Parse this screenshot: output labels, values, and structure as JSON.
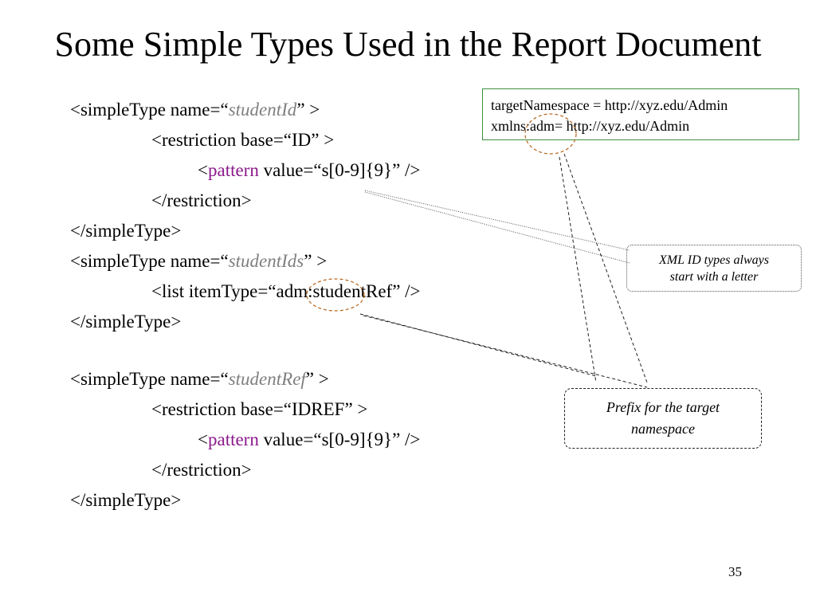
{
  "title": "Some Simple Types Used in the Report Document",
  "code": {
    "l1": {
      "a": "<simpleType  name=“",
      "b": "studentId",
      "c": "” >"
    },
    "l2": "<restriction  base=“ID” >",
    "l3": {
      "a": "<",
      "b": "pattern",
      "c": "  value=“s[0-9]{9}” />"
    },
    "l4": "</restriction>",
    "l5": "</simpleType>",
    "l6": {
      "a": "<simpleType  name=“",
      "b": "studentIds",
      "c": "” >"
    },
    "l7": "<list  itemType=“adm:studentRef” />",
    "l8": "</simpleType>",
    "l9": {
      "a": "<simpleType  name=“",
      "b": "studentRef",
      "c": "” >"
    },
    "l10": "<restriction  base=“IDREF” >",
    "l11": {
      "a": "<",
      "b": "pattern",
      "c": "  value=“s[0-9]{9}” />"
    },
    "l12": "</restriction>",
    "l13": "</simpleType>"
  },
  "namespace_box": {
    "line1": "targetNamespace = http://xyz.edu/Admin",
    "line2": "xmlns:adm= http://xyz.edu/Admin"
  },
  "callout_id": {
    "line1": "XML ID types always",
    "line2": "start with a letter"
  },
  "callout_prefix": {
    "line1": "Prefix for the target",
    "line2": "namespace"
  },
  "page_number": "35",
  "colors": {
    "keyword": "#8b1a8b",
    "type_name": "#7f7f7f",
    "namespace_border": "#3d8f3d",
    "annotation_circle": "#b5651d"
  }
}
